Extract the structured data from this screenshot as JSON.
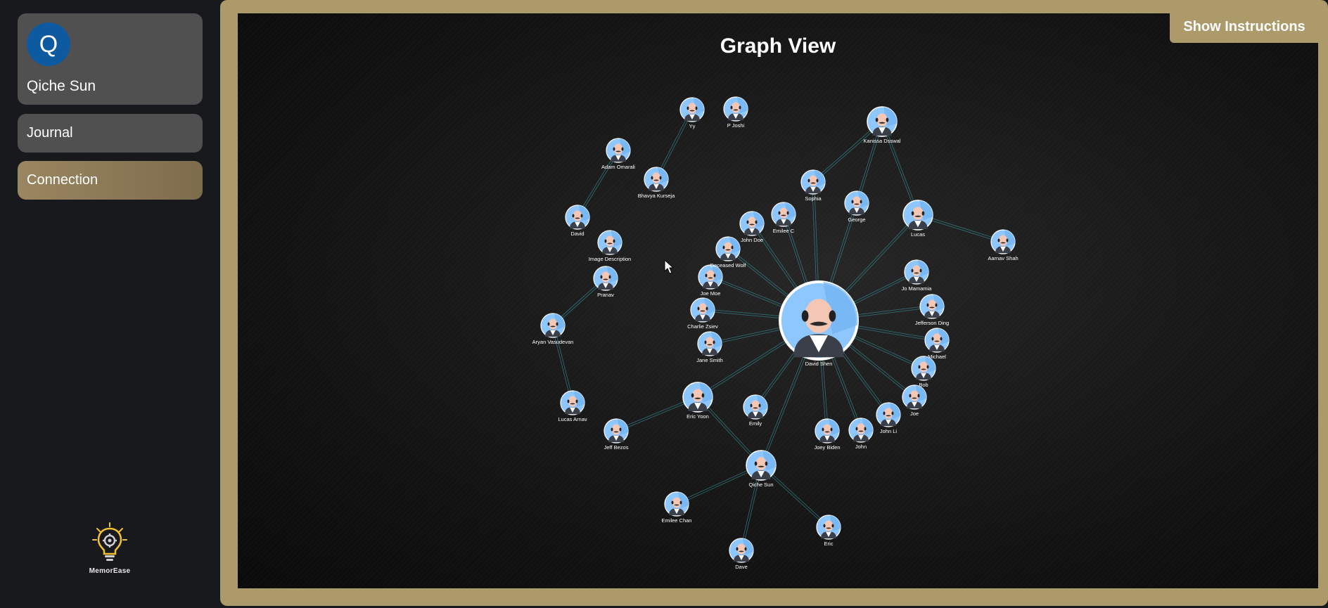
{
  "user": {
    "initial": "Q",
    "name": "Qiche Sun"
  },
  "nav": {
    "journal": "Journal",
    "connection": "Connection"
  },
  "logo": {
    "text": "MemorEase",
    "icon": "lightbulb-gear-icon"
  },
  "main": {
    "title": "Graph View",
    "show_instructions": "Show Instructions"
  },
  "colors": {
    "accent": "#ad9a6b",
    "avatar_bg": "#0d5aa0",
    "card_bg": "#505050",
    "edge": "#3fa8b8",
    "node_bg": "#8ec6ff"
  },
  "graph": {
    "nodes": [
      {
        "id": "david_shen",
        "label": "David Shen",
        "big": true
      },
      {
        "id": "qiche_sun",
        "label": "Qiche Sun",
        "big": true
      },
      {
        "id": "yy",
        "label": "Yy"
      },
      {
        "id": "p_joshi",
        "label": "P Joshi"
      },
      {
        "id": "adam_omarali",
        "label": "Adam Omarali"
      },
      {
        "id": "bhavya",
        "label": "Bhavya Kurseja"
      },
      {
        "id": "david",
        "label": "David"
      },
      {
        "id": "image_desc",
        "label": "Image Description"
      },
      {
        "id": "pranav",
        "label": "Pranav"
      },
      {
        "id": "aryan",
        "label": "Aryan Vasudevan"
      },
      {
        "id": "lucas_arnav",
        "label": "Lucas Arnav"
      },
      {
        "id": "jeff",
        "label": "Jeff Bezos"
      },
      {
        "id": "eric_yoon",
        "label": "Eric Yoon"
      },
      {
        "id": "emily",
        "label": "Emily"
      },
      {
        "id": "jane",
        "label": "Jane Smith"
      },
      {
        "id": "charlie",
        "label": "Charlie Zsiev"
      },
      {
        "id": "joe_moe",
        "label": "Joe Moe"
      },
      {
        "id": "deceased",
        "label": "Deceased Wolf"
      },
      {
        "id": "john_doe",
        "label": "John Doe"
      },
      {
        "id": "emilee_c",
        "label": "Emilee C"
      },
      {
        "id": "sophia",
        "label": "Sophia"
      },
      {
        "id": "kanissa",
        "label": "Kanissa Dsswal"
      },
      {
        "id": "george",
        "label": "George"
      },
      {
        "id": "lucas",
        "label": "Lucas"
      },
      {
        "id": "aarnav",
        "label": "Aarnav Shah"
      },
      {
        "id": "jo_mamamia",
        "label": "Jo Mamamia"
      },
      {
        "id": "jefferson",
        "label": "Jefferson Ding"
      },
      {
        "id": "michael",
        "label": "Michael"
      },
      {
        "id": "bob",
        "label": "Bob"
      },
      {
        "id": "joe",
        "label": "Joe"
      },
      {
        "id": "john_li",
        "label": "John Li"
      },
      {
        "id": "john",
        "label": "John"
      },
      {
        "id": "joey",
        "label": "Joey Biden"
      },
      {
        "id": "emilee_chan",
        "label": "Emilee Chan"
      },
      {
        "id": "dave",
        "label": "Dave"
      },
      {
        "id": "eric",
        "label": "Eric"
      }
    ],
    "edges": [
      [
        "david_shen",
        "eric_yoon"
      ],
      [
        "david_shen",
        "emily"
      ],
      [
        "david_shen",
        "jane"
      ],
      [
        "david_shen",
        "charlie"
      ],
      [
        "david_shen",
        "joe_moe"
      ],
      [
        "david_shen",
        "deceased"
      ],
      [
        "david_shen",
        "john_doe"
      ],
      [
        "david_shen",
        "emilee_c"
      ],
      [
        "david_shen",
        "sophia"
      ],
      [
        "david_shen",
        "george"
      ],
      [
        "david_shen",
        "lucas"
      ],
      [
        "david_shen",
        "jo_mamamia"
      ],
      [
        "david_shen",
        "jefferson"
      ],
      [
        "david_shen",
        "michael"
      ],
      [
        "david_shen",
        "bob"
      ],
      [
        "david_shen",
        "joe"
      ],
      [
        "david_shen",
        "john_li"
      ],
      [
        "david_shen",
        "john"
      ],
      [
        "david_shen",
        "joey"
      ],
      [
        "david_shen",
        "qiche_sun"
      ],
      [
        "qiche_sun",
        "eric_yoon"
      ],
      [
        "qiche_sun",
        "emilee_chan"
      ],
      [
        "qiche_sun",
        "dave"
      ],
      [
        "qiche_sun",
        "eric"
      ],
      [
        "eric_yoon",
        "jeff"
      ],
      [
        "sophia",
        "kanissa"
      ],
      [
        "george",
        "kanissa"
      ],
      [
        "lucas",
        "kanissa"
      ],
      [
        "lucas",
        "aarnav"
      ],
      [
        "yy",
        "bhavya"
      ],
      [
        "adam_omarali",
        "david"
      ],
      [
        "pranav",
        "aryan"
      ],
      [
        "aryan",
        "lucas_arnav"
      ]
    ]
  }
}
